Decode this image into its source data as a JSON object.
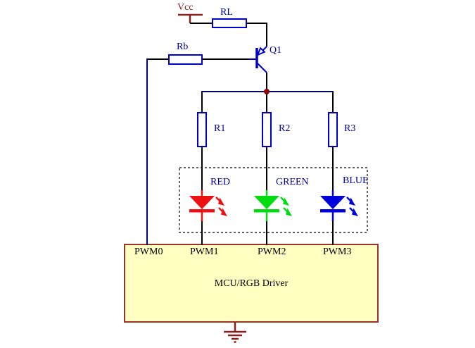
{
  "schematic": {
    "power": {
      "vcc": "Vcc"
    },
    "transistor": {
      "ref": "Q1"
    },
    "resistors": {
      "rl": "RL",
      "rb": "Rb",
      "r1": "R1",
      "r2": "R2",
      "r3": "R3"
    },
    "leds": {
      "red": {
        "label": "RED",
        "color": "#EE1111"
      },
      "green": {
        "label": "GREEN",
        "color": "#00DD11"
      },
      "blue": {
        "label": "BLUE",
        "color": "#0000DD"
      }
    },
    "mcu": {
      "title": "MCU/RGB Driver",
      "pins": {
        "pwm0": "PWM0",
        "pwm1": "PWM1",
        "pwm2": "PWM2",
        "pwm3": "PWM3"
      }
    },
    "colors": {
      "wire": "#000000",
      "bus_wire": "#00008B",
      "component_outline": "#0000CC",
      "label_text": "#00009C",
      "power_and_ground": "#8B2020",
      "junction_dot": "#8B0000",
      "mcu_fill": "#FFFFC2",
      "mcu_border": "#993326"
    }
  }
}
